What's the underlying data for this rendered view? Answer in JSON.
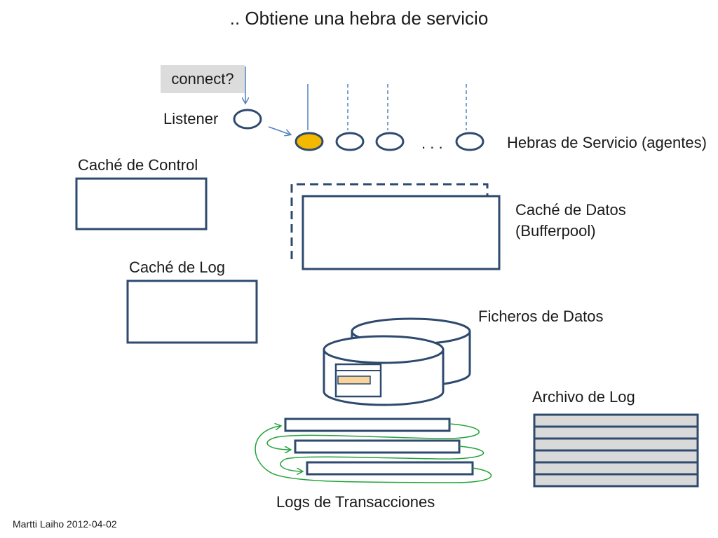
{
  "title": ".. Obtiene una hebra de servicio",
  "connect_label": "connect?",
  "listener_label": "Listener",
  "dots": ". . .",
  "service_threads_label": "Hebras de Servicio (agentes)",
  "control_cache_label": "Caché de Control",
  "data_cache_label_line1": "Caché de Datos",
  "data_cache_label_line2": "(Bufferpool)",
  "log_cache_label": "Caché de Log",
  "data_files_label": "Ficheros de Datos",
  "log_archive_label": "Archivo de Log",
  "transaction_logs_label": "Logs de Transacciones",
  "footer": "Martti Laiho 2012-04-02",
  "colors": {
    "stroke": "#2e4a6e",
    "thread_active": "#f5b800",
    "arrow": "#4f81bd",
    "green_arrow": "#22a33a",
    "archive_fill": "#d9d9d9",
    "record_fill": "#f9d49a",
    "connect_fill": "#dcdcdc"
  }
}
